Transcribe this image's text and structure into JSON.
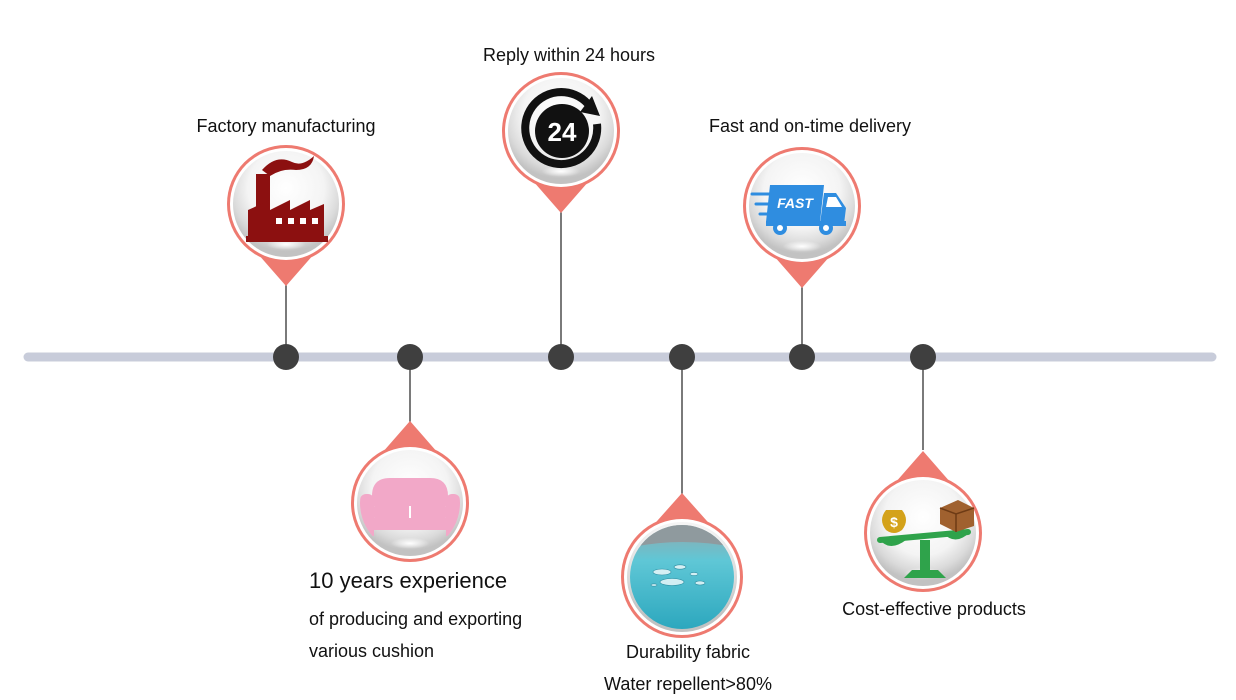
{
  "colors": {
    "axis": "#c8ccda",
    "node": "#3f3f3f",
    "pin_ring": "#ee7a70",
    "pin_fill": "#f5f5f5",
    "factory": "#8c1010",
    "clock": "#111111",
    "truck": "#2f8de0",
    "sofa": "#f2a8c8",
    "water": "#43b9cc",
    "scale": "#2fa34b",
    "box": "#a0612f",
    "coin": "#d4a21a"
  },
  "milestones": [
    {
      "id": "factory",
      "label": "Factory manufacturing",
      "icon": "factory-icon"
    },
    {
      "id": "cushion",
      "headline": "10 years experience",
      "line1": "of producing and exporting",
      "line2": "various cushion",
      "icon": "sofa-icon"
    },
    {
      "id": "reply",
      "label": "Reply within 24 hours",
      "icon": "clock-24-icon",
      "icon_text": "24"
    },
    {
      "id": "fabric",
      "line1": "Durability fabric",
      "line2": "Water repellent>80%",
      "icon": "water-drops-icon"
    },
    {
      "id": "delivery",
      "label": "Fast and on-time delivery",
      "icon": "delivery-truck-icon",
      "icon_text": "FAST"
    },
    {
      "id": "cost",
      "label": "Cost-effective products",
      "icon": "balance-scale-icon",
      "icon_text": "$"
    }
  ]
}
